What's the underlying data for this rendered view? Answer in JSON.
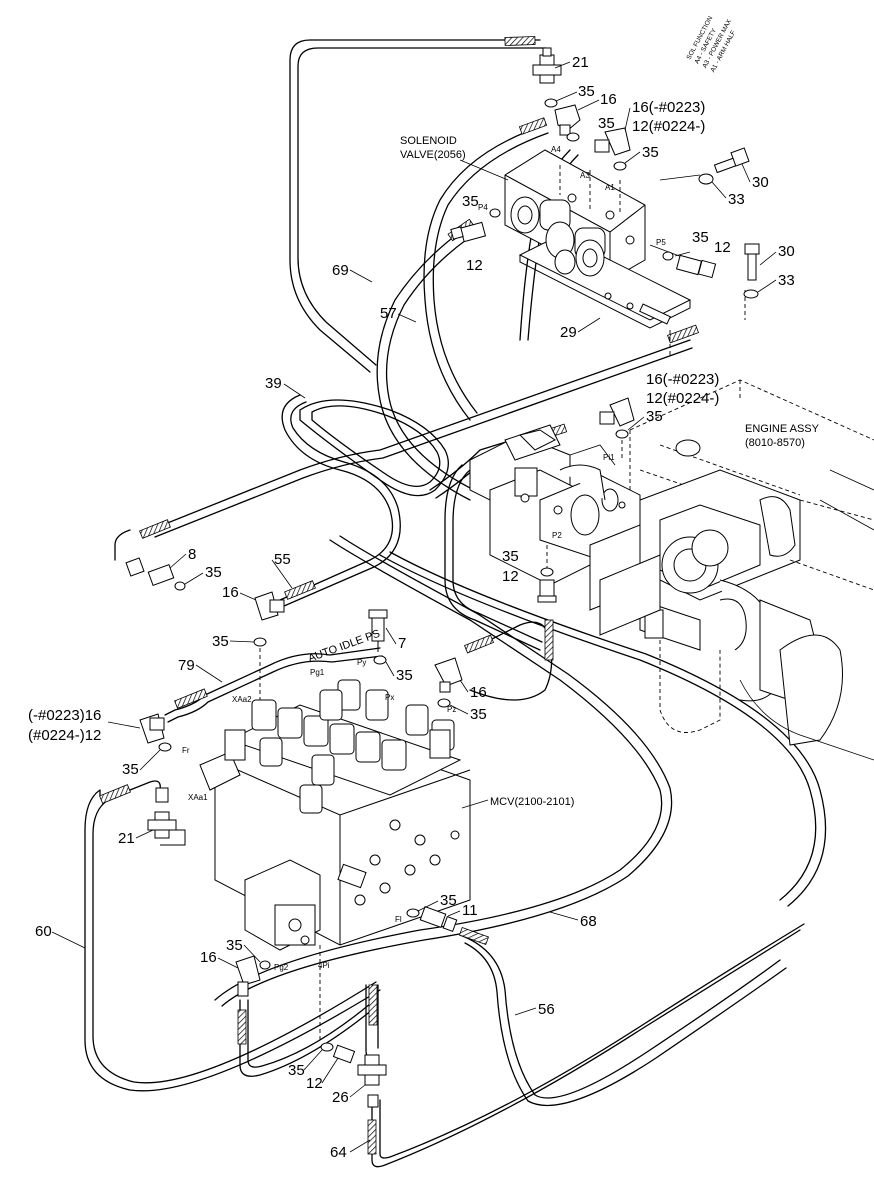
{
  "labels": {
    "n21a": "21",
    "n35a": "35",
    "n16a": "16",
    "n35b": "35",
    "n16b": "16(-#0223)",
    "n12b": "12(#0224-)",
    "solenoid1": "SOLENOID",
    "solenoid2": "VALVE(2056)",
    "n35c": "35",
    "n30a": "30",
    "n33a": "33",
    "n35d": "35",
    "n12a": "12",
    "n35e": "35",
    "n12c": "12",
    "n30b": "30",
    "n33b": "33",
    "n69": "69",
    "n57": "57",
    "n29": "29",
    "n39": "39",
    "n16c": "16(-#0223)",
    "n12d": "12(#0224-)",
    "n35f": "35",
    "engine1": "ENGINE ASSY",
    "engine2": "(8010-8570)",
    "n8": "8",
    "n35g": "35",
    "n55": "55",
    "n16d": "16",
    "n35h": "35",
    "n12e": "12",
    "n35i": "35",
    "n7": "7",
    "autoidle": "AUTO IDLE PS",
    "n79": "79",
    "n35j": "35",
    "n16e": "16",
    "n35k": "35",
    "n16f": "(-#0223)16",
    "n12f": "(#0224-)12",
    "n35l": "35",
    "n21b": "21",
    "mcv": "MCV(2100-2101)",
    "n35m": "35",
    "n11": "11",
    "n60": "60",
    "n68": "68",
    "n35n": "35",
    "n16g": "16",
    "n56": "56",
    "n35o": "35",
    "n12g": "12",
    "n26": "26",
    "n64": "64"
  },
  "ports": {
    "a4": "A4",
    "a3": "A3",
    "a1": "A1",
    "p4": "P4",
    "p5": "P5",
    "pi1": "Pi1",
    "p2": "P2",
    "pg1": "Pg1",
    "py": "Py",
    "px": "Px",
    "pz": "Pz",
    "xaa2": "XAa2",
    "xaa1": "XAa1",
    "fr": "Fr",
    "fl": "Fl",
    "pg2": "Pg2",
    "pi4": "4Pi"
  },
  "notes": {
    "line1": "SOL FUNCTION",
    "line2": "A4 - SAFETY",
    "line3": "A3 - POWER MAX",
    "line4": "A1 - ARM HALF"
  }
}
